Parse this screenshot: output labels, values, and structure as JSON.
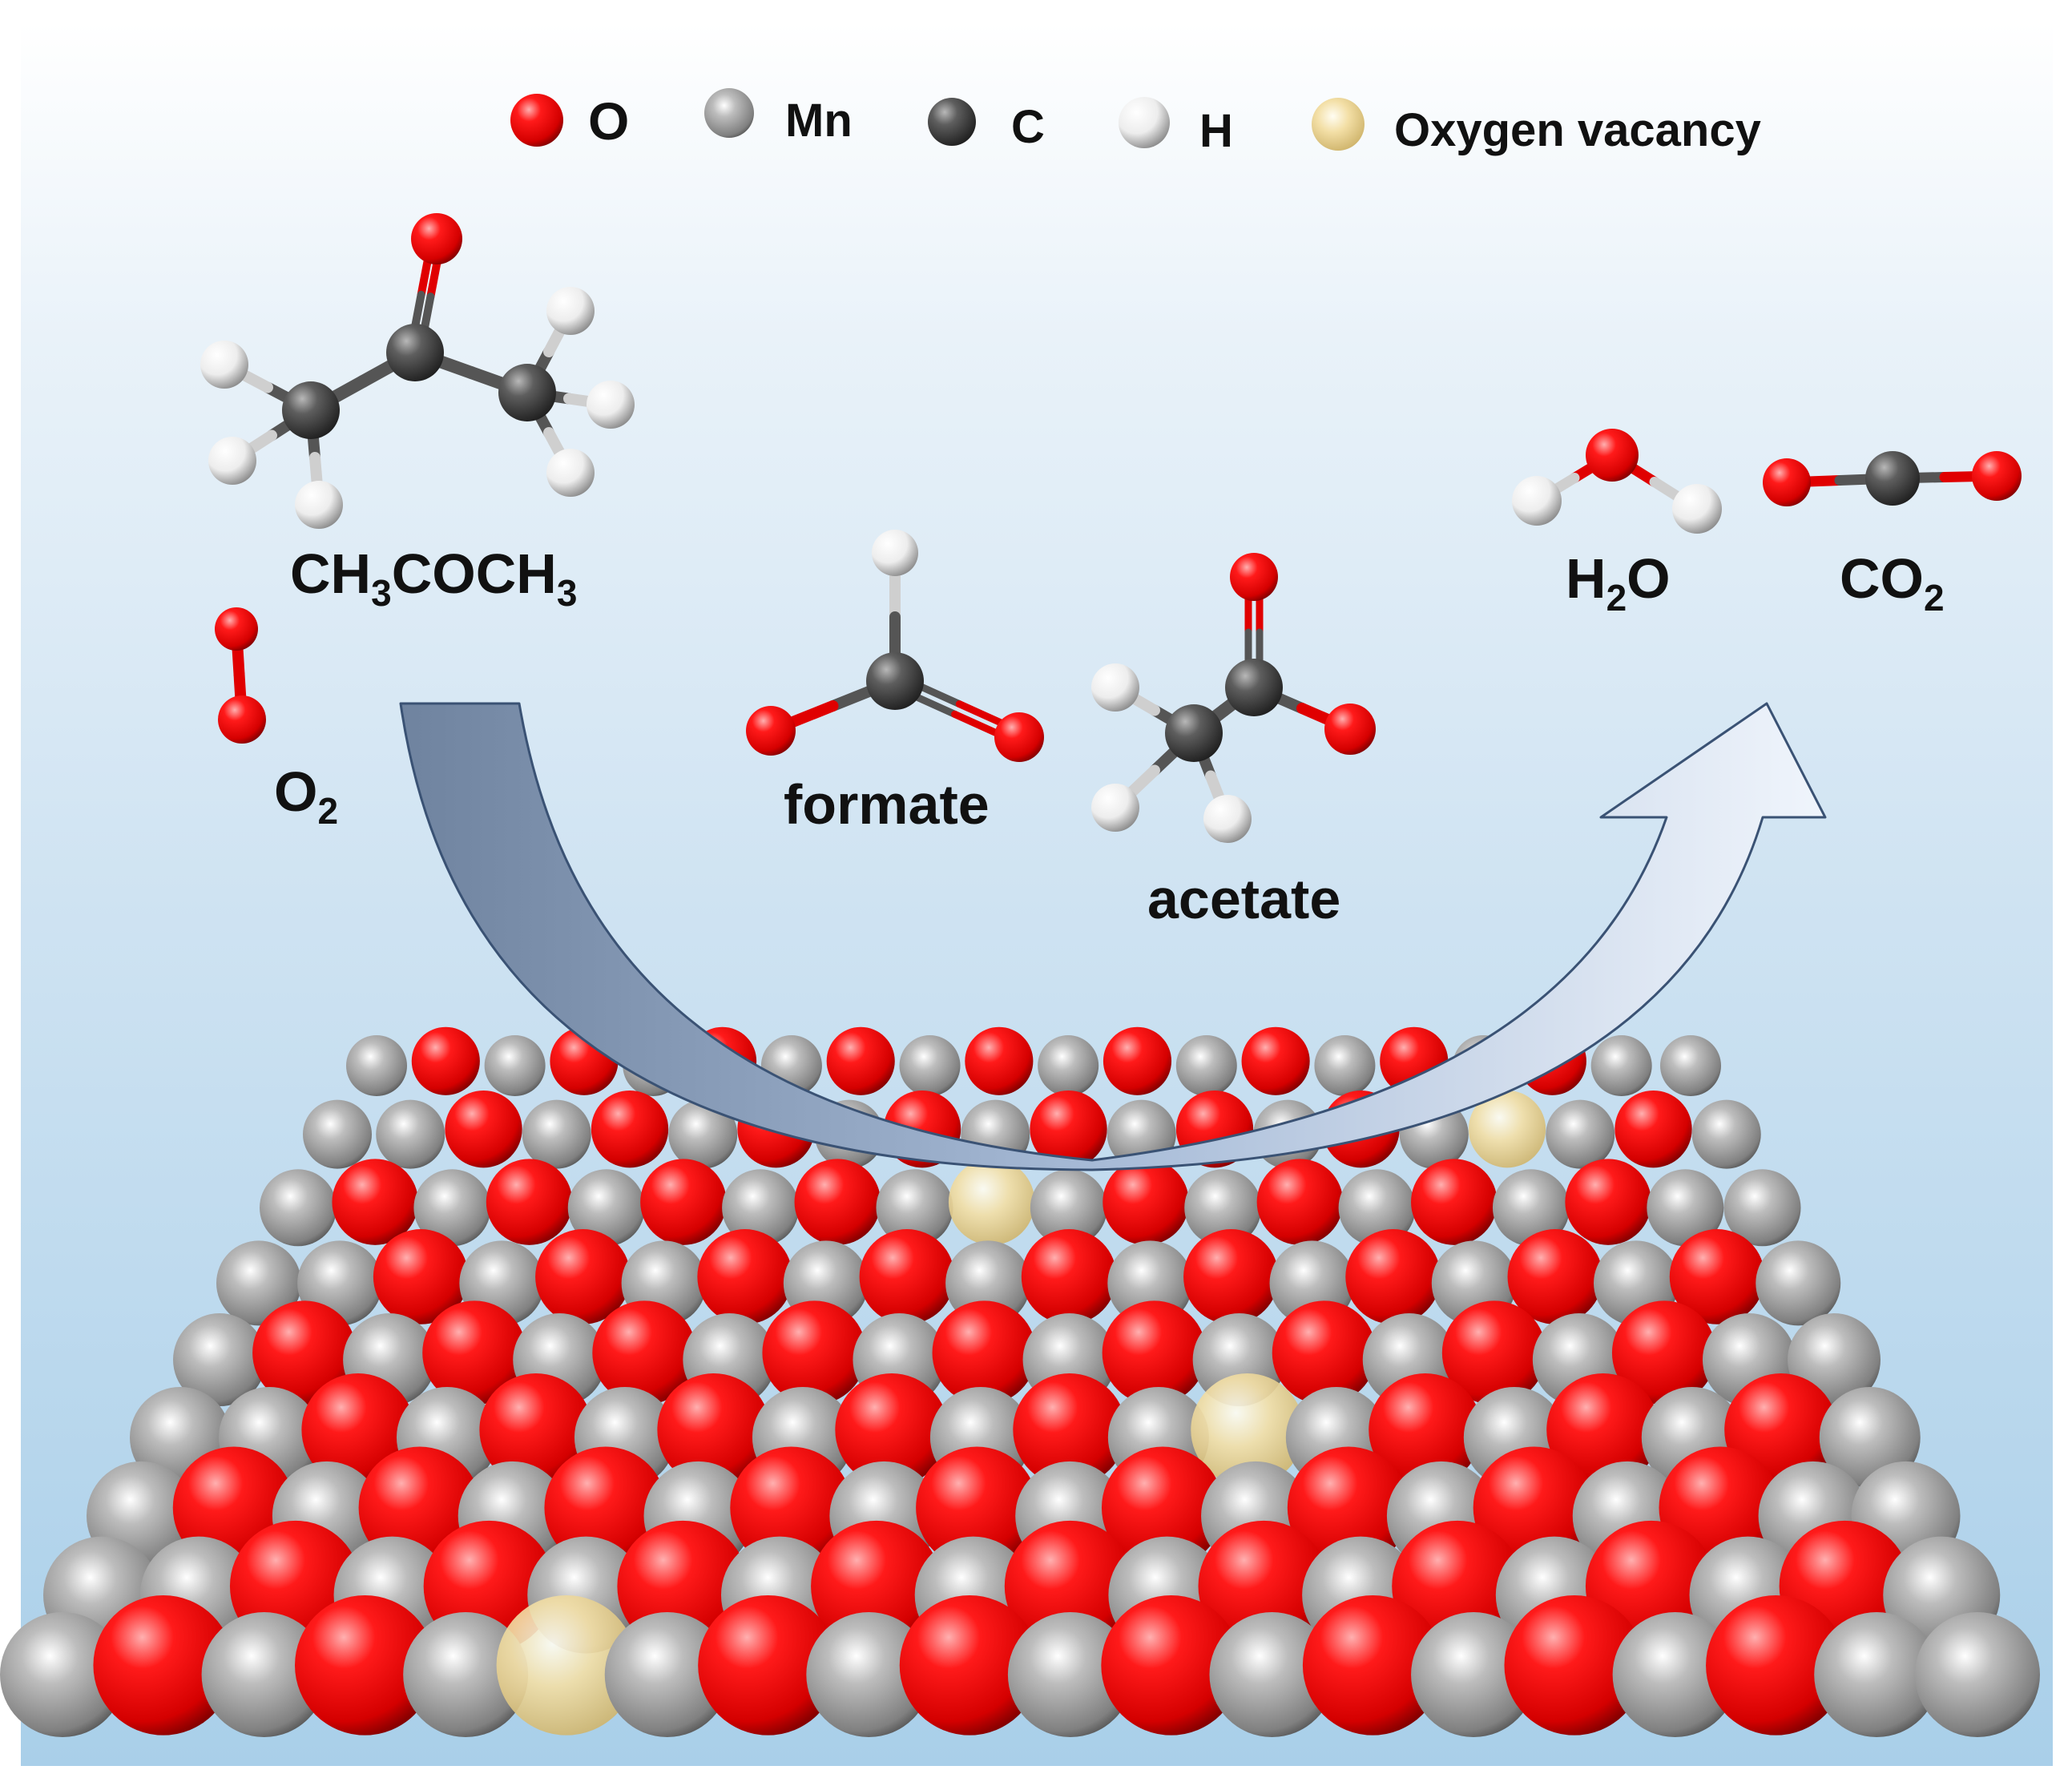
{
  "legend": {
    "items": [
      {
        "label": "O",
        "color": "#ff1010",
        "icon": "oxygen-atom"
      },
      {
        "label": "Mn",
        "color": "#9a9a9a",
        "icon": "manganese-atom"
      },
      {
        "label": "C",
        "color": "#555555",
        "icon": "carbon-atom"
      },
      {
        "label": "H",
        "color": "#f4f4f4",
        "icon": "hydrogen-atom"
      },
      {
        "label": "Oxygen vacancy",
        "color": "#f2dca0",
        "icon": "oxygen-vacancy"
      }
    ]
  },
  "molecules": {
    "acetone": {
      "main": "CH",
      "sub1": "3",
      "mid": "COCH",
      "sub2": "3"
    },
    "oxygen": {
      "main": "O",
      "sub": "2"
    },
    "formate": {
      "label": "formate"
    },
    "acetate": {
      "label": "acetate"
    },
    "water": {
      "main1": "H",
      "sub": "2",
      "main2": "O"
    },
    "carbon_dioxide": {
      "main": "CO",
      "sub": "2"
    }
  },
  "colors": {
    "oxygen": "#ff1010",
    "manganese": "#9a9a9a",
    "carbon": "#555555",
    "hydrogen": "#f4f4f4",
    "vacancy": "#f2dca0",
    "arrow_top": "#6a7f9c",
    "arrow_bottom": "#e6eef8"
  }
}
